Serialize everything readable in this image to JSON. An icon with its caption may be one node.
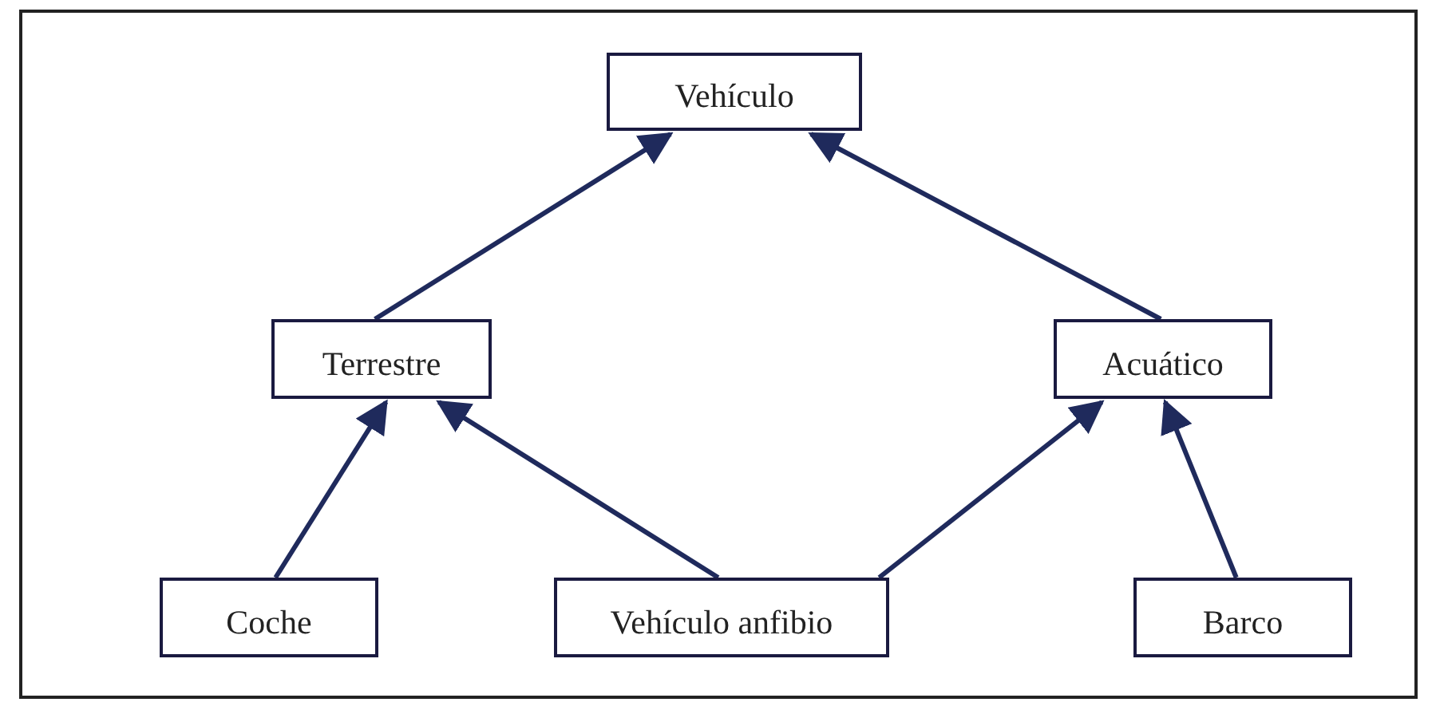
{
  "diagram": {
    "nodes": [
      {
        "text": [
          "Vehículo"
        ]
      },
      {
        "text": [
          "Terrestre"
        ]
      },
      {
        "text": [
          "Acuático"
        ]
      },
      {
        "text": [
          "Coche"
        ]
      },
      {
        "text": [
          "Vehículo anfibio"
        ]
      },
      {
        "text": [
          "Barco"
        ]
      }
    ],
    "edges": [
      {
        "from": 1,
        "to": 0,
        "arrow": "to"
      },
      {
        "from": 2,
        "to": 0,
        "arrow": "to"
      },
      {
        "from": 3,
        "to": 1,
        "arrow": "to"
      },
      {
        "from": 4,
        "to": 1,
        "arrow": "to"
      },
      {
        "from": 4,
        "to": 2,
        "arrow": "to"
      },
      {
        "from": 5,
        "to": 2,
        "arrow": "to"
      }
    ]
  }
}
